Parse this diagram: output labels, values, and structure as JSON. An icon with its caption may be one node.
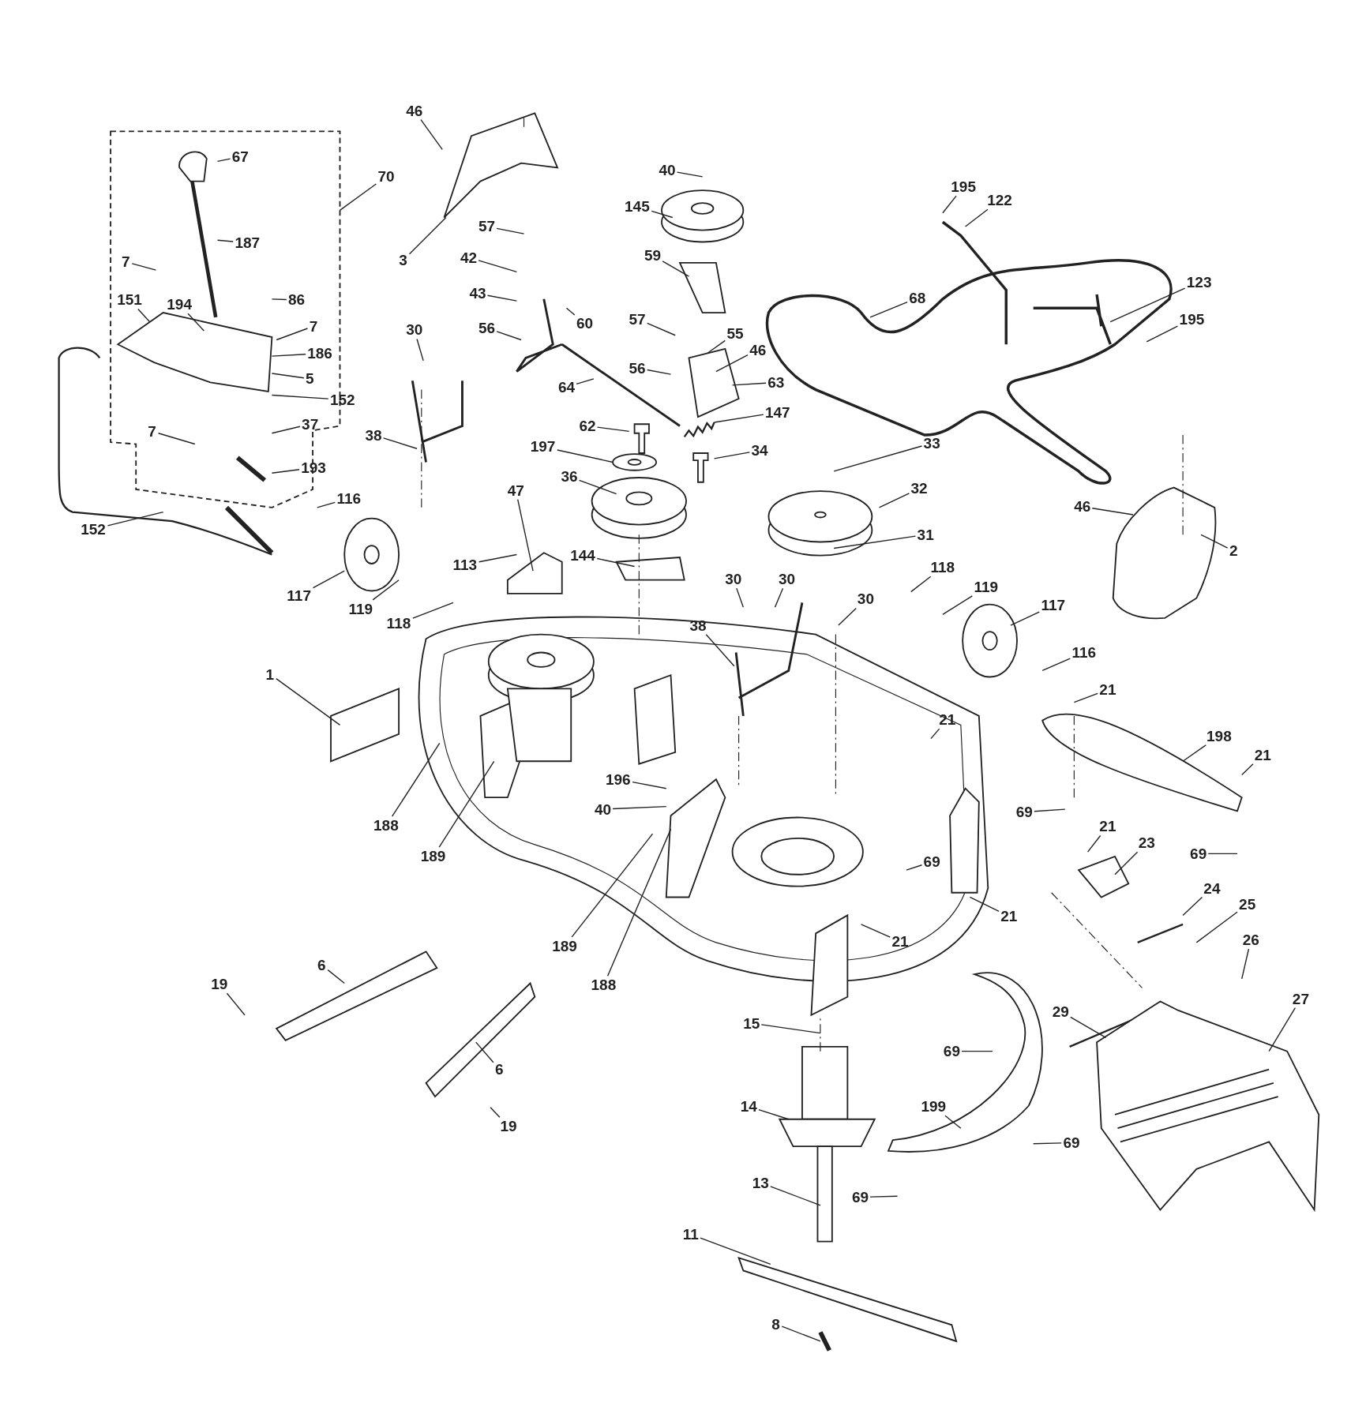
{
  "diagram": {
    "nodes": [
      {
        "text": [
          "46"
        ]
      },
      {
        "text": [
          "3"
        ]
      },
      {
        "text": [
          "67"
        ]
      },
      {
        "text": [
          "70"
        ]
      },
      {
        "text": [
          "187"
        ]
      },
      {
        "text": [
          "7"
        ]
      },
      {
        "text": [
          "86"
        ]
      },
      {
        "text": [
          "151"
        ]
      },
      {
        "text": [
          "194"
        ]
      },
      {
        "text": [
          "7"
        ]
      },
      {
        "text": [
          "186"
        ]
      },
      {
        "text": [
          "5"
        ]
      },
      {
        "text": [
          "152"
        ]
      },
      {
        "text": [
          "37"
        ]
      },
      {
        "text": [
          "7"
        ]
      },
      {
        "text": [
          "193"
        ]
      },
      {
        "text": [
          "152"
        ]
      },
      {
        "text": [
          "116"
        ]
      },
      {
        "text": [
          "117"
        ]
      },
      {
        "text": [
          "119"
        ]
      },
      {
        "text": [
          "118"
        ]
      },
      {
        "text": [
          "113"
        ]
      },
      {
        "text": [
          "47"
        ]
      },
      {
        "text": [
          "30"
        ]
      },
      {
        "text": [
          "38"
        ]
      },
      {
        "text": [
          "57"
        ]
      },
      {
        "text": [
          "42"
        ]
      },
      {
        "text": [
          "43"
        ]
      },
      {
        "text": [
          "56"
        ]
      },
      {
        "text": [
          "60"
        ]
      },
      {
        "text": [
          "64"
        ]
      },
      {
        "text": [
          "40"
        ]
      },
      {
        "text": [
          "145"
        ]
      },
      {
        "text": [
          "59"
        ]
      },
      {
        "text": [
          "57"
        ]
      },
      {
        "text": [
          "55"
        ]
      },
      {
        "text": [
          "46"
        ]
      },
      {
        "text": [
          "56"
        ]
      },
      {
        "text": [
          "63"
        ]
      },
      {
        "text": [
          "147"
        ]
      },
      {
        "text": [
          "62"
        ]
      },
      {
        "text": [
          "197"
        ]
      },
      {
        "text": [
          "34"
        ]
      },
      {
        "text": [
          "36"
        ]
      },
      {
        "text": [
          "144"
        ]
      },
      {
        "text": [
          "33"
        ]
      },
      {
        "text": [
          "32"
        ]
      },
      {
        "text": [
          "31"
        ]
      },
      {
        "text": [
          "195"
        ]
      },
      {
        "text": [
          "122"
        ]
      },
      {
        "text": [
          "68"
        ]
      },
      {
        "text": [
          "123"
        ]
      },
      {
        "text": [
          "195"
        ]
      },
      {
        "text": [
          "46"
        ]
      },
      {
        "text": [
          "2"
        ]
      },
      {
        "text": [
          "30"
        ]
      },
      {
        "text": [
          "30"
        ]
      },
      {
        "text": [
          "38"
        ]
      },
      {
        "text": [
          "30"
        ]
      },
      {
        "text": [
          "118"
        ]
      },
      {
        "text": [
          "119"
        ]
      },
      {
        "text": [
          "117"
        ]
      },
      {
        "text": [
          "116"
        ]
      },
      {
        "text": [
          "1"
        ]
      },
      {
        "text": [
          "188"
        ]
      },
      {
        "text": [
          "189"
        ]
      },
      {
        "text": [
          "196"
        ]
      },
      {
        "text": [
          "40"
        ]
      },
      {
        "text": [
          "21"
        ]
      },
      {
        "text": [
          "21"
        ]
      },
      {
        "text": [
          "198"
        ]
      },
      {
        "text": [
          "21"
        ]
      },
      {
        "text": [
          "69"
        ]
      },
      {
        "text": [
          "69"
        ]
      },
      {
        "text": [
          "69"
        ]
      },
      {
        "text": [
          "21"
        ]
      },
      {
        "text": [
          "23"
        ]
      },
      {
        "text": [
          "24"
        ]
      },
      {
        "text": [
          "25"
        ]
      },
      {
        "text": [
          "21"
        ]
      },
      {
        "text": [
          "21"
        ]
      },
      {
        "text": [
          "26"
        ]
      },
      {
        "text": [
          "27"
        ]
      },
      {
        "text": [
          "29"
        ]
      },
      {
        "text": [
          "189"
        ]
      },
      {
        "text": [
          "188"
        ]
      },
      {
        "text": [
          "19"
        ]
      },
      {
        "text": [
          "6"
        ]
      },
      {
        "text": [
          "6"
        ]
      },
      {
        "text": [
          "19"
        ]
      },
      {
        "text": [
          "15"
        ]
      },
      {
        "text": [
          "14"
        ]
      },
      {
        "text": [
          "69"
        ]
      },
      {
        "text": [
          "199"
        ]
      },
      {
        "text": [
          "69"
        ]
      },
      {
        "text": [
          "69"
        ]
      },
      {
        "text": [
          "13"
        ]
      },
      {
        "text": [
          "11"
        ]
      },
      {
        "text": [
          "8"
        ]
      }
    ],
    "edges": [
      {
        "from": 0,
        "to": null,
        "arrow": "none"
      },
      {
        "from": 1,
        "to": null,
        "arrow": "none"
      },
      {
        "from": 2,
        "to": null,
        "arrow": "none"
      },
      {
        "from": 3,
        "to": null,
        "arrow": "none"
      },
      {
        "from": 4,
        "to": null,
        "arrow": "none"
      },
      {
        "from": 5,
        "to": null,
        "arrow": "none"
      },
      {
        "from": 6,
        "to": null,
        "arrow": "none"
      },
      {
        "from": 7,
        "to": null,
        "arrow": "none"
      },
      {
        "from": 8,
        "to": null,
        "arrow": "none"
      },
      {
        "from": 9,
        "to": null,
        "arrow": "none"
      },
      {
        "from": 10,
        "to": null,
        "arrow": "none"
      },
      {
        "from": 11,
        "to": null,
        "arrow": "none"
      },
      {
        "from": 12,
        "to": null,
        "arrow": "none"
      },
      {
        "from": 13,
        "to": null,
        "arrow": "none"
      },
      {
        "from": 14,
        "to": null,
        "arrow": "none"
      },
      {
        "from": 15,
        "to": null,
        "arrow": "none"
      },
      {
        "from": 16,
        "to": null,
        "arrow": "none"
      },
      {
        "from": 17,
        "to": null,
        "arrow": "none"
      },
      {
        "from": 18,
        "to": null,
        "arrow": "none"
      },
      {
        "from": 19,
        "to": null,
        "arrow": "none"
      },
      {
        "from": 20,
        "to": null,
        "arrow": "none"
      },
      {
        "from": 21,
        "to": null,
        "arrow": "none"
      },
      {
        "from": 22,
        "to": null,
        "arrow": "none"
      },
      {
        "from": 23,
        "to": null,
        "arrow": "none"
      },
      {
        "from": 24,
        "to": null,
        "arrow": "none"
      },
      {
        "from": 25,
        "to": null,
        "arrow": "none"
      },
      {
        "from": 26,
        "to": null,
        "arrow": "none"
      },
      {
        "from": 27,
        "to": null,
        "arrow": "none"
      },
      {
        "from": 28,
        "to": null,
        "arrow": "none"
      },
      {
        "from": 29,
        "to": null,
        "arrow": "none"
      },
      {
        "from": 30,
        "to": null,
        "arrow": "none"
      },
      {
        "from": 31,
        "to": null,
        "arrow": "none"
      },
      {
        "from": 32,
        "to": null,
        "arrow": "none"
      },
      {
        "from": 33,
        "to": null,
        "arrow": "none"
      },
      {
        "from": 34,
        "to": null,
        "arrow": "none"
      },
      {
        "from": 35,
        "to": null,
        "arrow": "none"
      },
      {
        "from": 36,
        "to": null,
        "arrow": "none"
      },
      {
        "from": 37,
        "to": null,
        "arrow": "none"
      },
      {
        "from": 38,
        "to": null,
        "arrow": "none"
      },
      {
        "from": 39,
        "to": null,
        "arrow": "none"
      },
      {
        "from": 40,
        "to": null,
        "arrow": "none"
      },
      {
        "from": 41,
        "to": null,
        "arrow": "none"
      },
      {
        "from": 42,
        "to": null,
        "arrow": "none"
      },
      {
        "from": 43,
        "to": null,
        "arrow": "none"
      },
      {
        "from": 44,
        "to": null,
        "arrow": "none"
      },
      {
        "from": 45,
        "to": null,
        "arrow": "none"
      },
      {
        "from": 46,
        "to": null,
        "arrow": "none"
      },
      {
        "from": 47,
        "to": null,
        "arrow": "none"
      },
      {
        "from": 48,
        "to": null,
        "arrow": "none"
      },
      {
        "from": 49,
        "to": null,
        "arrow": "none"
      },
      {
        "from": 50,
        "to": null,
        "arrow": "none"
      },
      {
        "from": 51,
        "to": null,
        "arrow": "none"
      },
      {
        "from": 52,
        "to": null,
        "arrow": "none"
      },
      {
        "from": 53,
        "to": null,
        "arrow": "none"
      },
      {
        "from": 54,
        "to": null,
        "arrow": "none"
      },
      {
        "from": 55,
        "to": null,
        "arrow": "none"
      },
      {
        "from": 56,
        "to": null,
        "arrow": "none"
      },
      {
        "from": 57,
        "to": null,
        "arrow": "none"
      },
      {
        "from": 58,
        "to": null,
        "arrow": "none"
      },
      {
        "from": 59,
        "to": null,
        "arrow": "none"
      },
      {
        "from": 60,
        "to": null,
        "arrow": "none"
      },
      {
        "from": 61,
        "to": null,
        "arrow": "none"
      },
      {
        "from": 62,
        "to": null,
        "arrow": "none"
      },
      {
        "from": 63,
        "to": null,
        "arrow": "none"
      },
      {
        "from": 64,
        "to": null,
        "arrow": "none"
      },
      {
        "from": 65,
        "to": null,
        "arrow": "none"
      },
      {
        "from": 66,
        "to": null,
        "arrow": "none"
      },
      {
        "from": 67,
        "to": null,
        "arrow": "none"
      },
      {
        "from": 68,
        "to": null,
        "arrow": "none"
      },
      {
        "from": 69,
        "to": null,
        "arrow": "none"
      },
      {
        "from": 70,
        "to": null,
        "arrow": "none"
      },
      {
        "from": 71,
        "to": null,
        "arrow": "none"
      },
      {
        "from": 72,
        "to": null,
        "arrow": "none"
      },
      {
        "from": 73,
        "to": null,
        "arrow": "none"
      },
      {
        "from": 74,
        "to": null,
        "arrow": "none"
      },
      {
        "from": 75,
        "to": null,
        "arrow": "none"
      },
      {
        "from": 76,
        "to": null,
        "arrow": "none"
      },
      {
        "from": 77,
        "to": null,
        "arrow": "none"
      },
      {
        "from": 78,
        "to": null,
        "arrow": "none"
      },
      {
        "from": 79,
        "to": null,
        "arrow": "none"
      },
      {
        "from": 80,
        "to": null,
        "arrow": "none"
      },
      {
        "from": 81,
        "to": null,
        "arrow": "none"
      },
      {
        "from": 82,
        "to": null,
        "arrow": "none"
      },
      {
        "from": 83,
        "to": null,
        "arrow": "none"
      },
      {
        "from": 84,
        "to": null,
        "arrow": "none"
      },
      {
        "from": 85,
        "to": null,
        "arrow": "none"
      },
      {
        "from": 86,
        "to": null,
        "arrow": "none"
      },
      {
        "from": 87,
        "to": null,
        "arrow": "none"
      },
      {
        "from": 88,
        "to": null,
        "arrow": "none"
      },
      {
        "from": 89,
        "to": null,
        "arrow": "none"
      },
      {
        "from": 90,
        "to": null,
        "arrow": "none"
      },
      {
        "from": 91,
        "to": null,
        "arrow": "none"
      },
      {
        "from": 92,
        "to": null,
        "arrow": "none"
      },
      {
        "from": 93,
        "to": null,
        "arrow": "none"
      },
      {
        "from": 94,
        "to": null,
        "arrow": "none"
      },
      {
        "from": 95,
        "to": null,
        "arrow": "none"
      },
      {
        "from": 96,
        "to": null,
        "arrow": "none"
      },
      {
        "from": 97,
        "to": null,
        "arrow": "none"
      },
      {
        "from": 98,
        "to": null,
        "arrow": "none"
      }
    ]
  }
}
